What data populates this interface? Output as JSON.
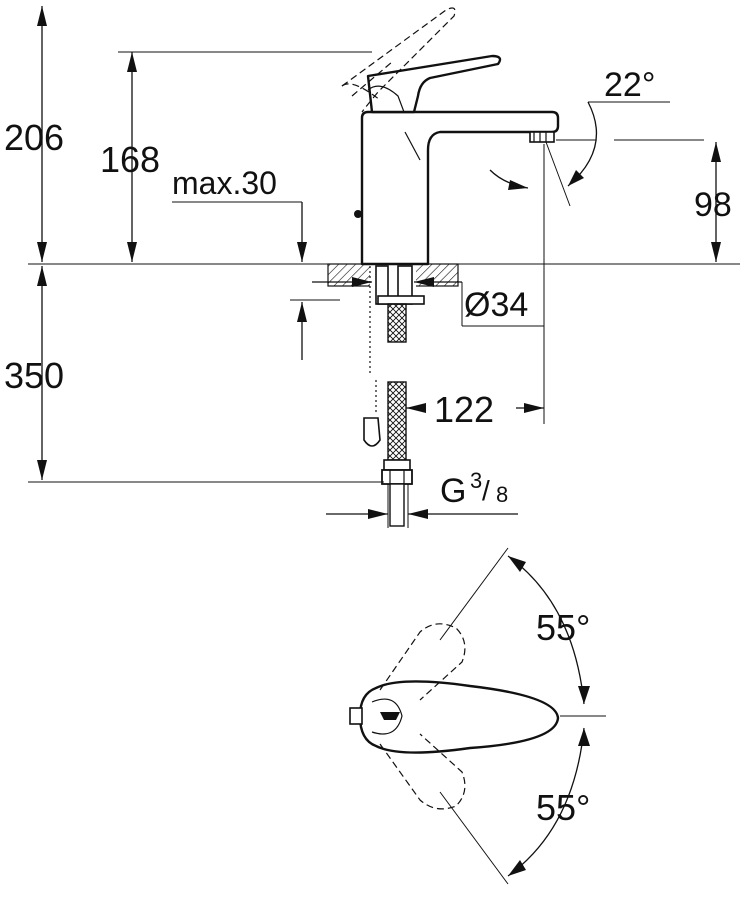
{
  "elevation": {
    "dim_overall_height": "206",
    "dim_spout_height": "168",
    "dim_max_deck": "max.30",
    "dim_spout_angle": "22°",
    "dim_outlet_height": "98",
    "dim_hole_diameter": "Ø34",
    "dim_below_deck": "350",
    "dim_projection": "122",
    "connection_thread": "G",
    "thread_num": "3",
    "thread_den": "8"
  },
  "plan": {
    "dim_rotation_upper": "55°",
    "dim_rotation_lower": "55°"
  },
  "colors": {
    "line": "#111111",
    "background": "#ffffff"
  }
}
